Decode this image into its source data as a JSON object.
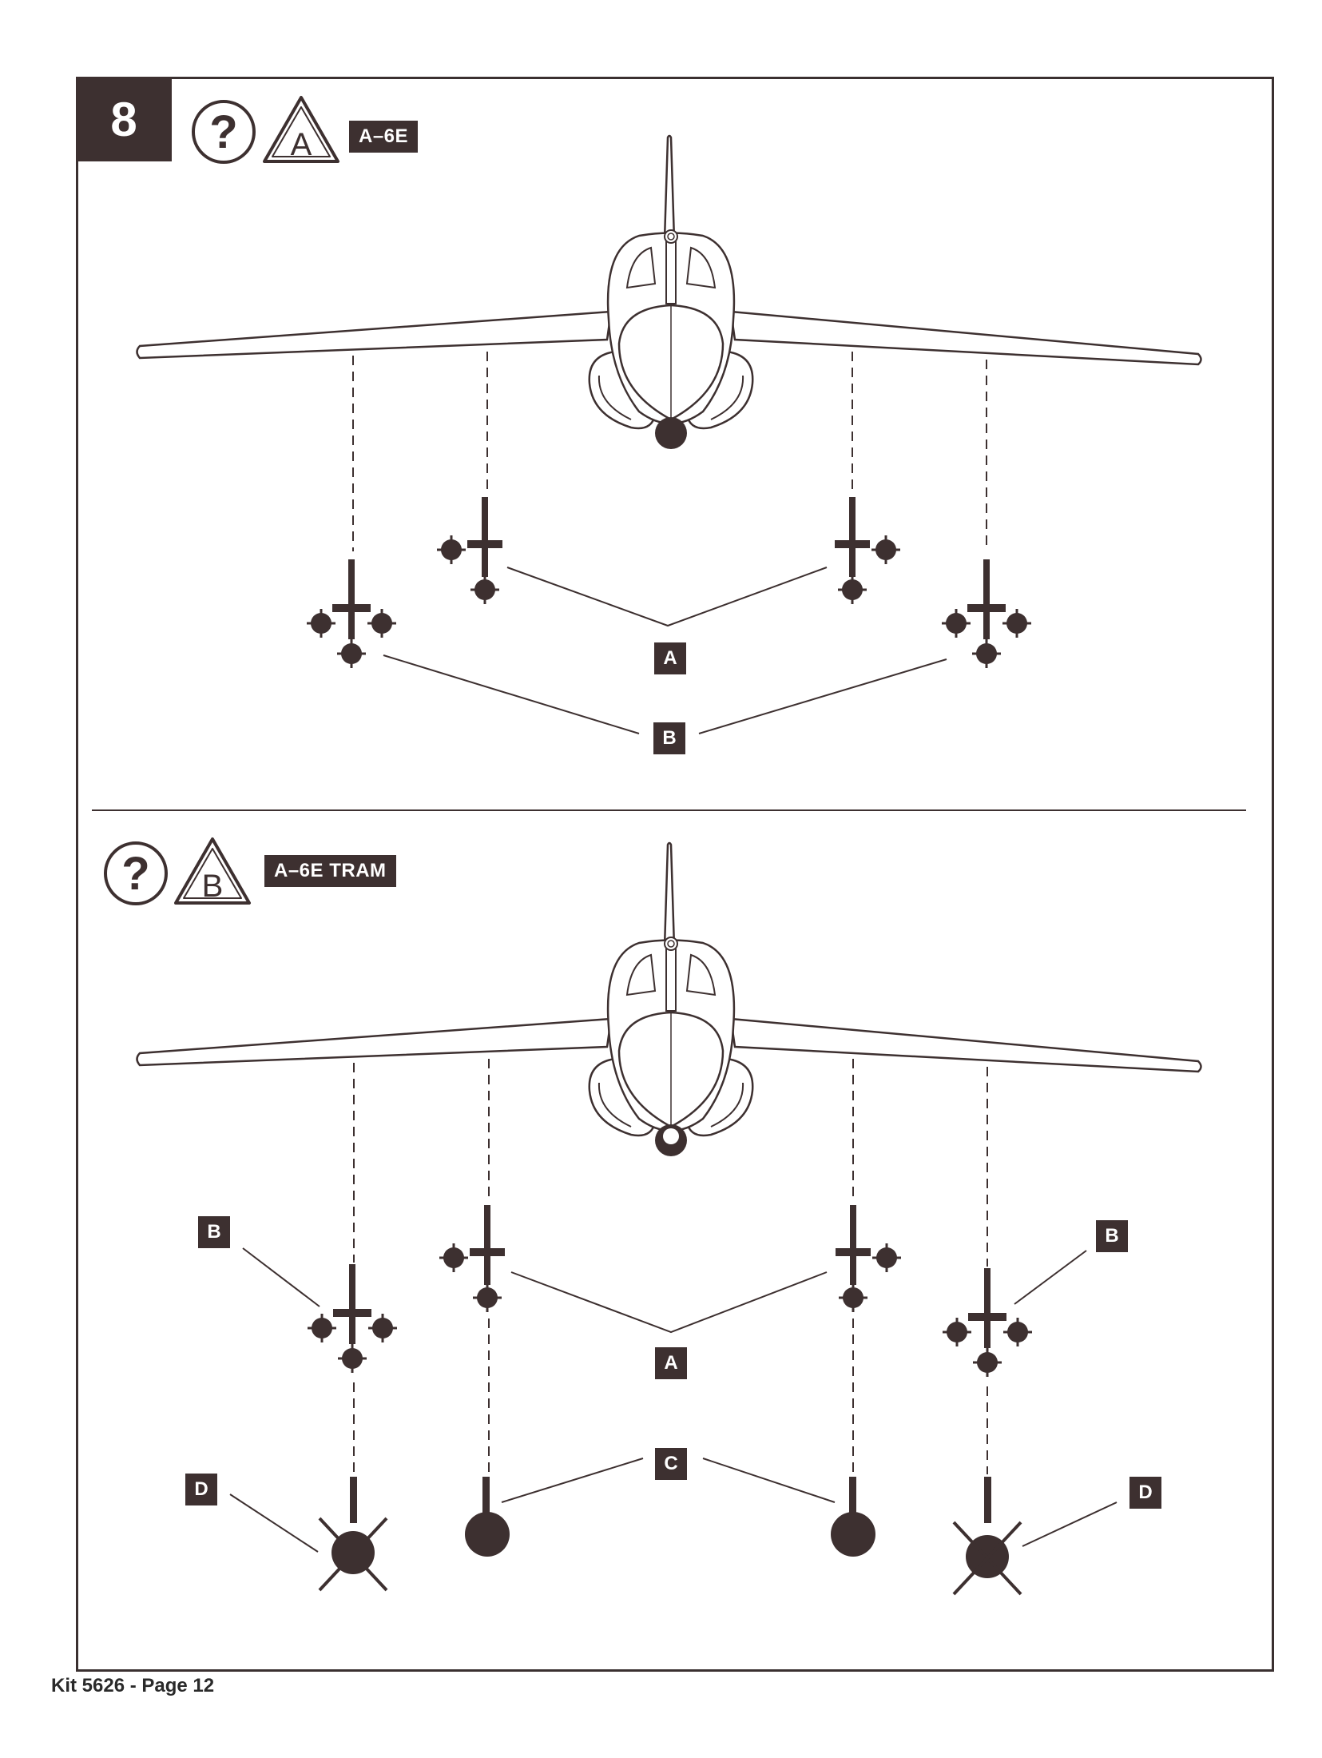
{
  "step": {
    "number": "8"
  },
  "section_a": {
    "question_icon": "question-circle-icon",
    "warning_letter": "A",
    "variant_label": "A–6E",
    "callouts": {
      "a": "A",
      "b": "B"
    }
  },
  "section_b": {
    "question_icon": "question-circle-icon",
    "warning_letter": "B",
    "variant_label": "A–6E TRAM",
    "callouts": {
      "a": "A",
      "b_left": "B",
      "b_right": "B",
      "c": "C",
      "d_left": "D",
      "d_right": "D"
    }
  },
  "footer": {
    "text": "Kit 5626 - Page 12"
  },
  "colors": {
    "ink": "#3d3030",
    "paper": "#ffffff"
  }
}
